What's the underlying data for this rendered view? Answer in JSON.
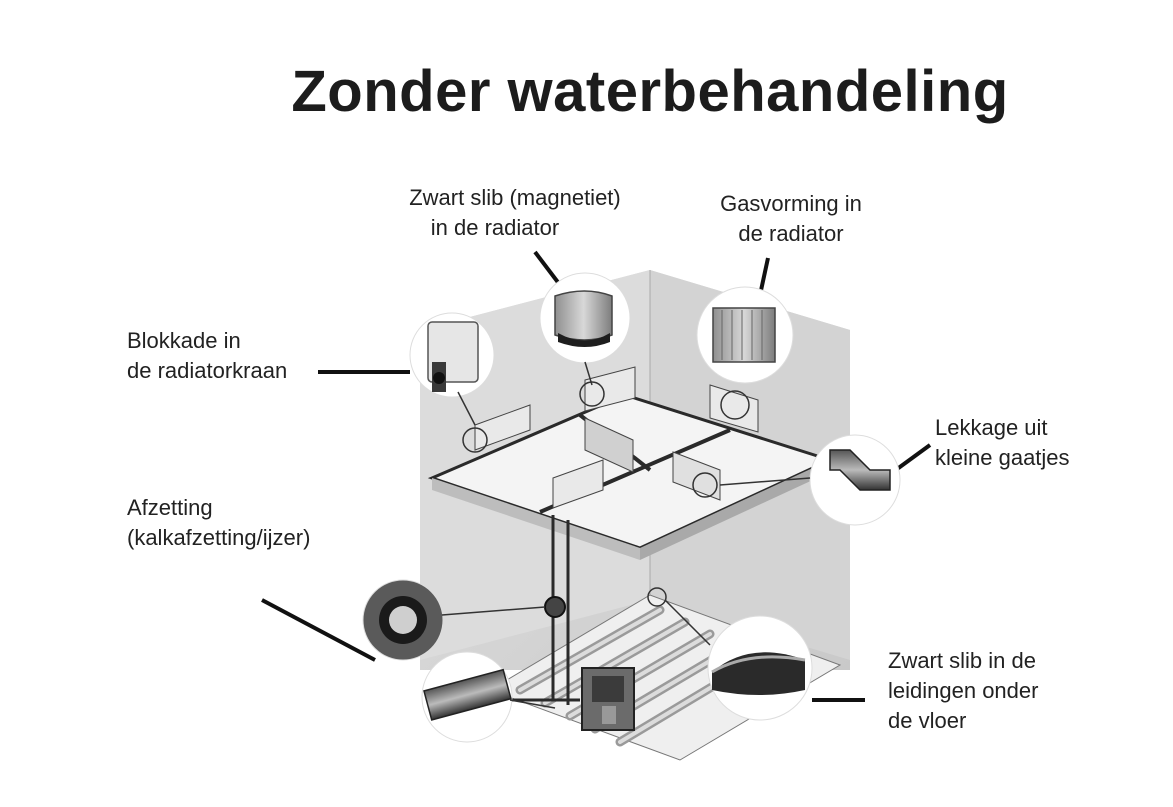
{
  "title": "Zonder waterbehandeling",
  "labels": {
    "magnetite": [
      "Zwart slib (magnetiet)",
      "in de radiator"
    ],
    "gas": [
      "Gasvorming in",
      "de radiator"
    ],
    "valve": [
      "Blokkade in",
      "de radiatorkraan"
    ],
    "leak": [
      "Lekkage uit",
      "kleine gaatjes"
    ],
    "deposit": [
      "Afzetting",
      "(kalkafzetting/ijzer)"
    ],
    "floor_sludge": [
      "Zwart slib in de",
      "leidingen onder",
      "de vloer"
    ]
  }
}
